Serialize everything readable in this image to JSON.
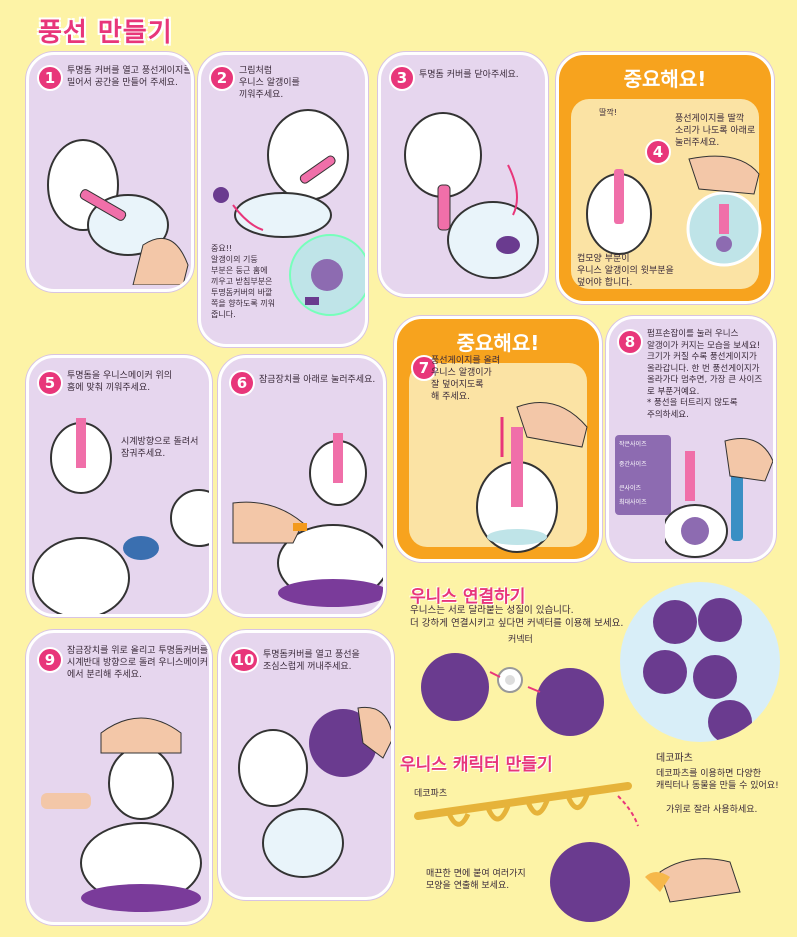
{
  "title": "풍선 만들기",
  "colors": {
    "accent": "#e8367a",
    "panel": "#e6d6ee",
    "orange": "#f7a31e",
    "purple": "#6a3b8f"
  },
  "steps": {
    "s1": {
      "num": "1",
      "text": "투명돔 커버를 열고 풍선게이지를\n밀어서 공간을 만들어 주세요."
    },
    "s2": {
      "num": "2",
      "text": "그림처럼\n우니스 알갱이를\n끼워주세요.",
      "note": "중요!!\n알갱이의 기둥\n부분은 둥근 홈에\n끼우고 받침부분은\n투명돔커버의 바깥\n쪽을 향하도록 끼워\n줍니다."
    },
    "s3": {
      "num": "3",
      "text": "투명돔 커버를 닫아주세요."
    },
    "s4": {
      "num": "4",
      "head": "중요해요!",
      "text": "풍선게이지를 딸깍\n소리가 나도록 아래로\n눌러주세요.",
      "click": "딸깍!",
      "note": "컵모양 부분이\n우니스 알갱이의 윗부분을\n덮어야 합니다."
    },
    "s5": {
      "num": "5",
      "text": "투명돔을 우니스메이커 위의\n홈에 맞춰 끼워주세요.",
      "note": "시계방향으로 돌려서\n잠궈주세요."
    },
    "s6": {
      "num": "6",
      "text": "잠금장치를 아래로 눌러주세요."
    },
    "s7": {
      "num": "7",
      "head": "중요해요!",
      "text": "풍선게이지를 올려\n우니스 알갱이가\n잘 덮어지도록\n해 주세요."
    },
    "s8": {
      "num": "8",
      "text": "펌프손잡이를 눌러 우니스\n알갱이가 커지는 모습을 보세요!\n크기가 커질 수록 풍선게이지가\n올라갑니다. 한 번 풍선게이지가\n올라가다 멈추면, 가장 큰 사이즈\n로 부푼거예요.\n* 풍선을 터트리지 않도록\n  주의하세요.",
      "sizes": [
        "작은사이즈",
        "중간사이즈",
        "큰사이즈",
        "최대사이즈"
      ]
    },
    "s9": {
      "num": "9",
      "text": "잠금장치를 위로 올리고 투명돔커버를\n시계반대 방향으로 돌려 우니스메이커\n에서 분리해 주세요."
    },
    "s10": {
      "num": "10",
      "text": "투명돔커버를 열고 풍선을\n조심스럽게 꺼내주세요."
    }
  },
  "connect": {
    "title": "우니스 연결하기",
    "text": "우니스는  서로 달라붙는 성질이 있습니다.\n더  강하게 연결시키고 싶다면 커넥터를 이용해 보세요.",
    "connector_label": "커넥터"
  },
  "character": {
    "title": "우니스 캐릭터 만들기",
    "deco_label": "데코파츠",
    "deco_title": "데코파츠",
    "deco_text": "데코파츠를 이용하면 다양한\n캐릭터나 동물을 만들 수 있어요!",
    "cut_text": "가위로 잘라 사용하세요.",
    "bottom_text": "매끈한 면에 붙여 여러가지\n모양을 연출해 보세요."
  }
}
